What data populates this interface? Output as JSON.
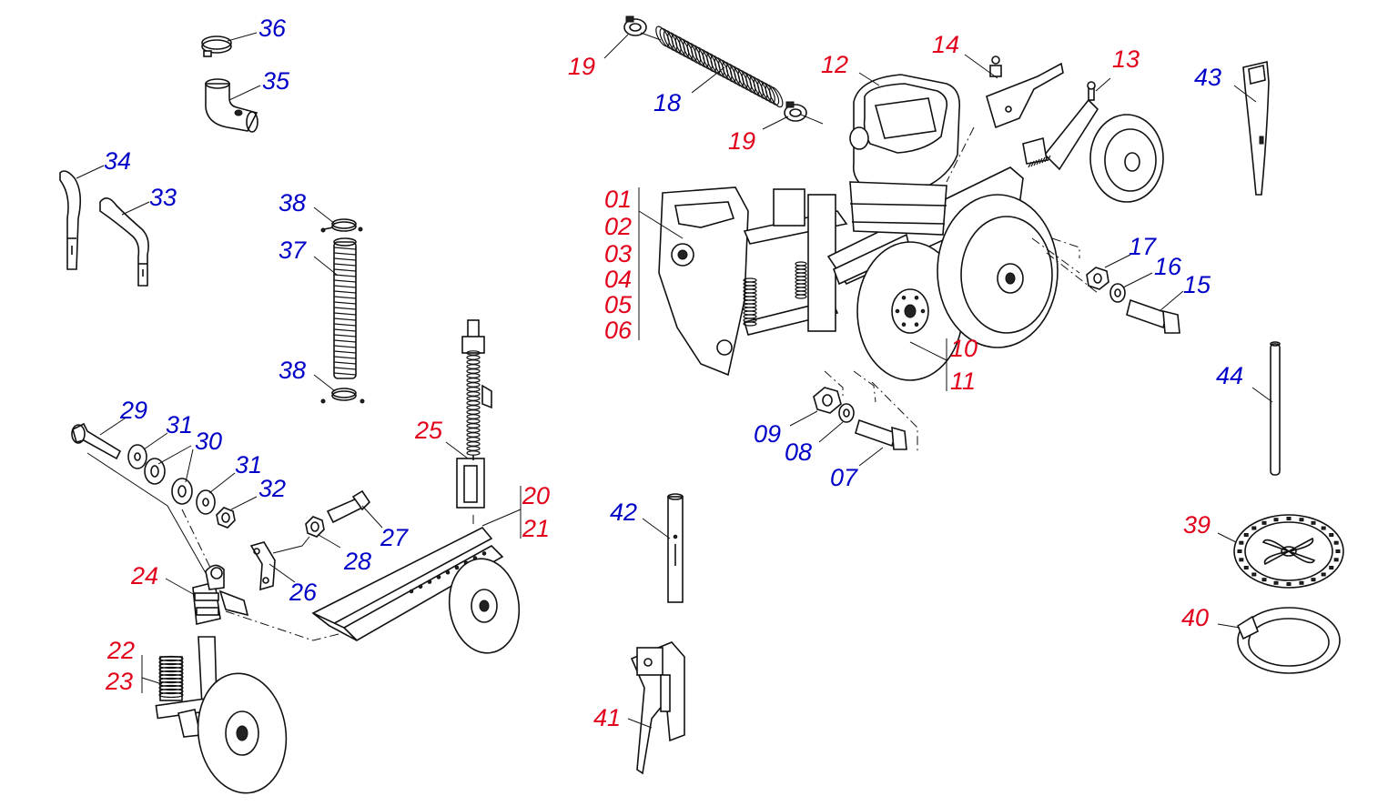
{
  "colors": {
    "red": "#e2001a",
    "blue": "#0000c8",
    "line": "#111111"
  },
  "labels": {
    "l01": "01",
    "l02": "02",
    "l03": "03",
    "l04": "04",
    "l05": "05",
    "l06": "06",
    "l07": "07",
    "l08": "08",
    "l09": "09",
    "l10": "10",
    "l11": "11",
    "l12": "12",
    "l13": "13",
    "l14": "14",
    "l15": "15",
    "l16": "16",
    "l17": "17",
    "l18": "18",
    "l19a": "19",
    "l19b": "19",
    "l20": "20",
    "l21": "21",
    "l22": "22",
    "l23": "23",
    "l24": "24",
    "l25": "25",
    "l26": "26",
    "l27": "27",
    "l28": "28",
    "l29": "29",
    "l30": "30",
    "l31a": "31",
    "l31b": "31",
    "l32": "32",
    "l33": "33",
    "l34": "34",
    "l35": "35",
    "l36": "36",
    "l37": "37",
    "l38a": "38",
    "l38b": "38",
    "l39": "39",
    "l40": "40",
    "l41": "41",
    "l42": "42",
    "l43": "43",
    "l44": "44"
  }
}
